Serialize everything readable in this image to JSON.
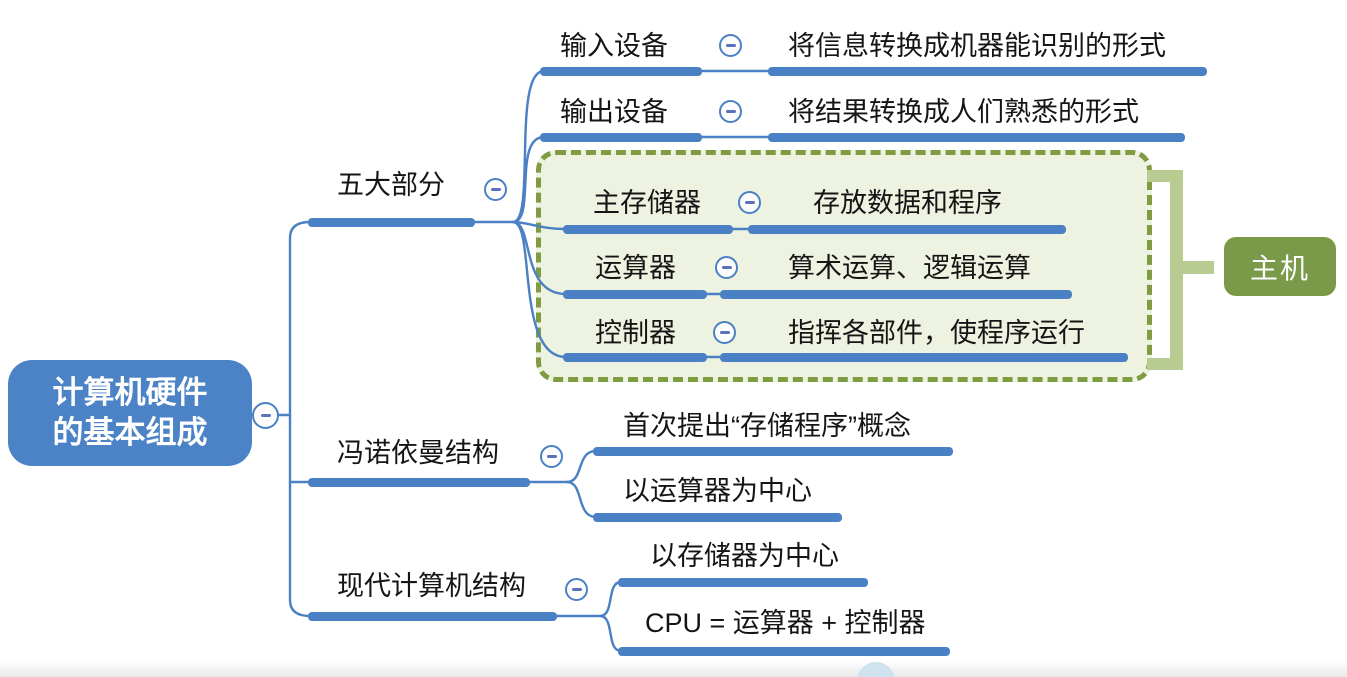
{
  "root": {
    "label": "计算机硬件\n的基本组成"
  },
  "branches": [
    {
      "label": "五大部分",
      "children": [
        {
          "label": "输入设备",
          "desc": "将信息转换成机器能识别的形式"
        },
        {
          "label": "输出设备",
          "desc": "将结果转换成人们熟悉的形式"
        },
        {
          "label": "主存储器",
          "desc": "存放数据和程序"
        },
        {
          "label": "运算器",
          "desc": "算术运算、逻辑运算"
        },
        {
          "label": "控制器",
          "desc": "指挥各部件，使程序运行"
        }
      ],
      "group": {
        "label": "主机"
      }
    },
    {
      "label": "冯诺依曼结构",
      "children": [
        {
          "label": "首次提出“存储程序”概念"
        },
        {
          "label": "以运算器为中心"
        }
      ]
    },
    {
      "label": "现代计算机结构",
      "children": [
        {
          "label": "以存储器为中心"
        },
        {
          "label": "CPU = 运算器 + 控制器"
        }
      ]
    }
  ],
  "icons": {
    "collapse_button": "minus-circle-icon"
  },
  "colors": {
    "branch_blue": "#4a80c4",
    "root_fill": "#4b83c6",
    "group_fill": "#eef2e1",
    "group_border": "#7f9c42",
    "bracket_green": "#b8cb91",
    "host_fill": "#7a9a4a",
    "text": "#151515"
  }
}
